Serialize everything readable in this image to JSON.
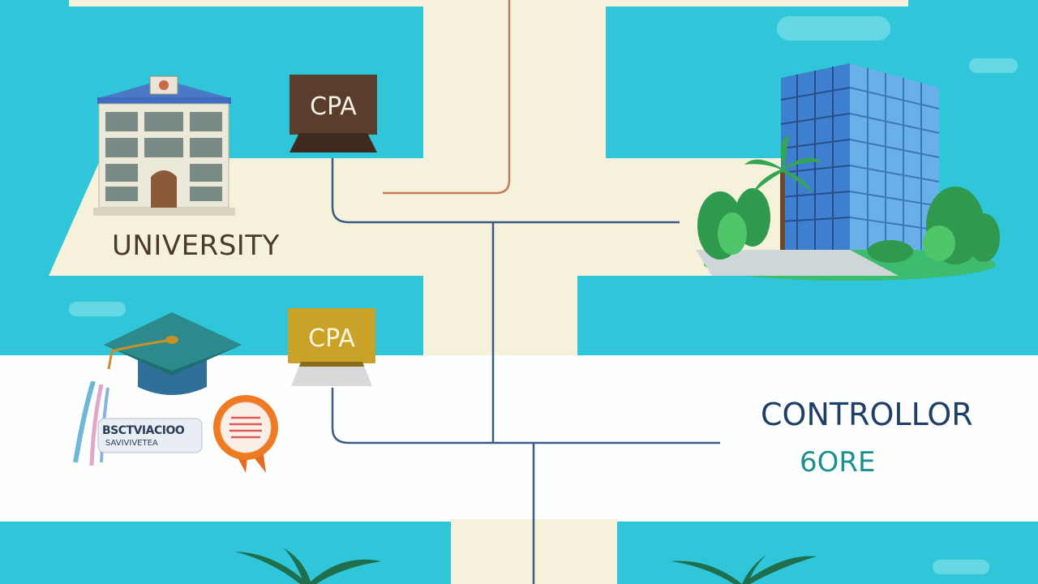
{
  "colors": {
    "sky": "#3fd0e0",
    "path_cream": "#f6f1da",
    "band_white": "#fdfefe",
    "line_navy": "#3b5a86",
    "line_rust": "#c47a5a",
    "cpa_brown": "#5a3d2b",
    "cpa_gold": "#c9a227",
    "text_dark": "#4a3a2a",
    "controller_navy": "#1f3f66",
    "teal_text": "#1e8f8f"
  },
  "labels": {
    "university": "UNIVERSITY",
    "cpa_top": "CPA",
    "cpa_bottom": "CPA",
    "controller": "CONTROLLOR",
    "controller_sub": "6ORE",
    "diploma_text_1": "BSCTVIACIOO",
    "diploma_text_2": "SAVIVIVETEA"
  },
  "icons": {
    "university": "university-building-icon",
    "office": "office-tower-icon",
    "cap": "graduation-cap-icon",
    "diploma": "diploma-scroll-icon",
    "badge": "award-ribbon-icon",
    "palm": "palm-tree-icon"
  }
}
